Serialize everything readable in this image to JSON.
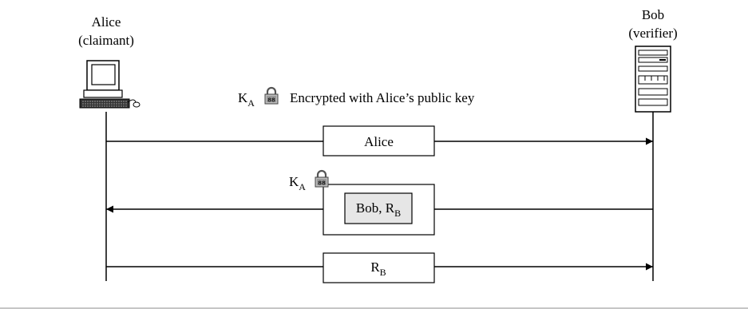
{
  "alice": {
    "name": "Alice",
    "role": "(claimant)"
  },
  "bob": {
    "name": "Bob",
    "role": "(verifier)"
  },
  "key": {
    "symbol": "K",
    "subscript": "A"
  },
  "legend": {
    "text": "Encrypted with Alice’s public key"
  },
  "messages": [
    {
      "text": "Alice",
      "direction": "right"
    },
    {
      "text": "Bob, R",
      "subscript": "B",
      "direction": "left",
      "encrypted": true
    },
    {
      "text": "R",
      "subscript": "B",
      "direction": "right"
    }
  ],
  "colors": {
    "line": "#000000",
    "inner_box_fill": "#e6e6e6",
    "footer_rule": "#b3b3b3"
  },
  "icons": [
    "desktop-computer-icon",
    "server-tower-icon",
    "padlock-icon"
  ]
}
